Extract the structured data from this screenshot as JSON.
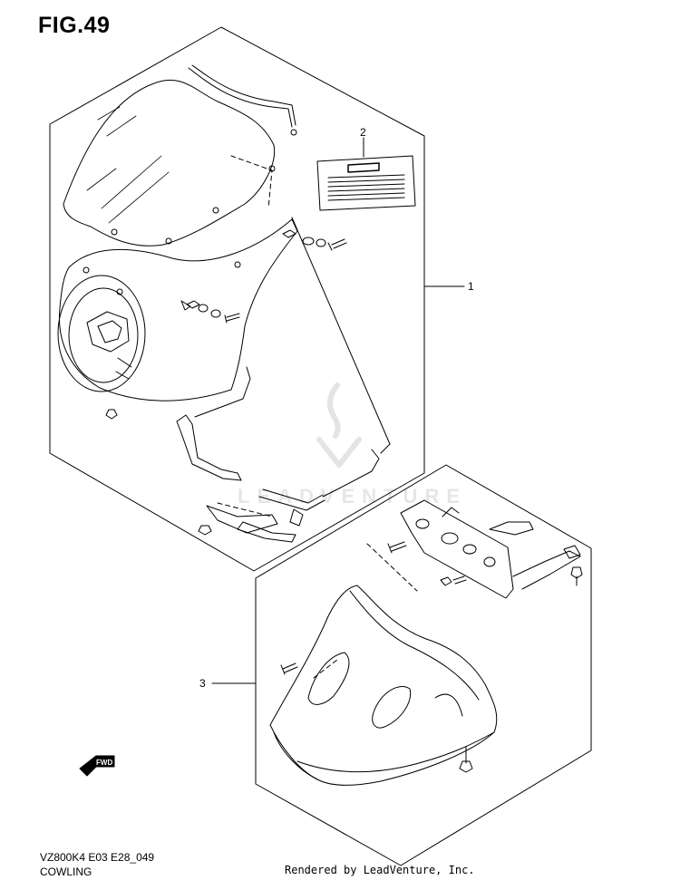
{
  "figure": {
    "title": "FIG.49",
    "model_code": "VZ800K4 E03 E28_049",
    "section_name": "COWLING",
    "rendered_by": "Rendered by LeadVenture, Inc.",
    "watermark": "LEADVENTURE"
  },
  "callouts": [
    {
      "id": "1",
      "label": "1"
    },
    {
      "id": "2",
      "label": "2"
    },
    {
      "id": "3",
      "label": "3"
    }
  ],
  "fwd_badge": "FWD"
}
